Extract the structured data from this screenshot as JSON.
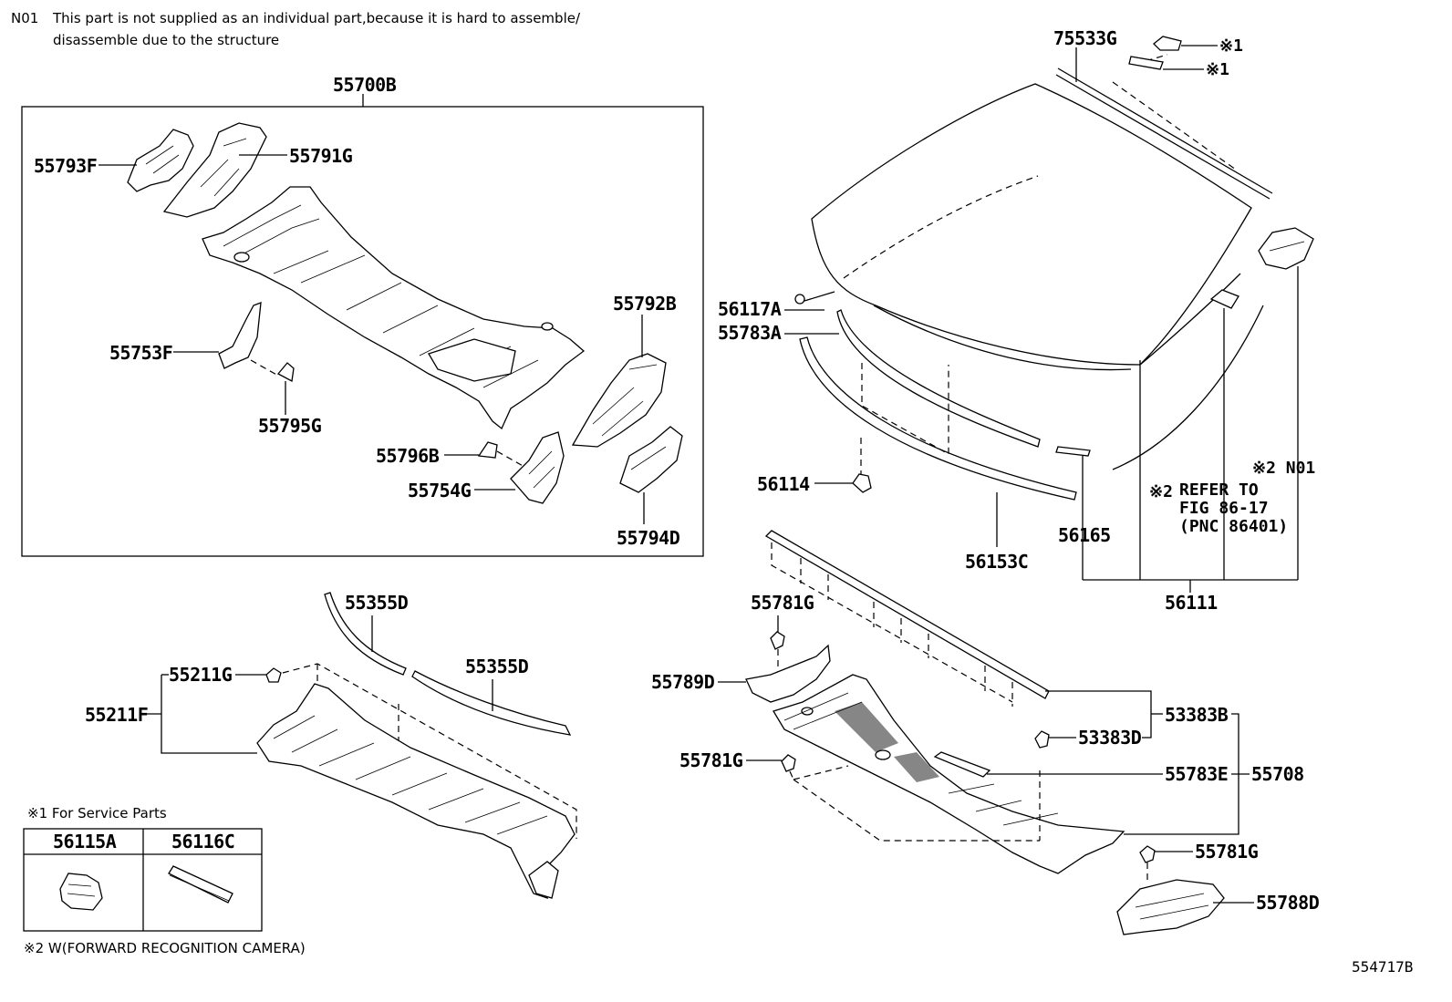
{
  "notes": {
    "n01_code": "N01",
    "n01_line1": "This part is not supplied as an individual part,because it is hard to assemble/",
    "n01_line2": "disassemble due to the structure",
    "service_parts": "※1 For Service Parts",
    "note2": "※2 W(FORWARD RECOGNITION CAMERA)",
    "refer_line1": "REFER TO",
    "refer_line2": "FIG 86-17",
    "refer_line3": "(PNC 86401)",
    "refer_mark": "※2",
    "n01_mark": "※2 N01",
    "mark1a": "※1",
    "mark1b": "※1",
    "figure_code": "554717B"
  },
  "service_table": {
    "col1": "56115A",
    "col2": "56116C"
  },
  "labels": {
    "p55700B": "55700B",
    "p55793F": "55793F",
    "p55791G": "55791G",
    "p55792B": "55792B",
    "p55753F": "55753F",
    "p55795G": "55795G",
    "p55796B": "55796B",
    "p55754G": "55754G",
    "p55794D": "55794D",
    "p75533G": "75533G",
    "p56117A": "56117A",
    "p55783A": "55783A",
    "p56114": "56114",
    "p56165": "56165",
    "p56153C": "56153C",
    "p56111": "56111",
    "p55355D_a": "55355D",
    "p55355D_b": "55355D",
    "p55211G": "55211G",
    "p55211F": "55211F",
    "p55781G_a": "55781G",
    "p55789D": "55789D",
    "p55781G_b": "55781G",
    "p53383B": "53383B",
    "p53383D": "53383D",
    "p55783E": "55783E",
    "p55708": "55708",
    "p55781G_c": "55781G",
    "p55788D": "55788D"
  }
}
